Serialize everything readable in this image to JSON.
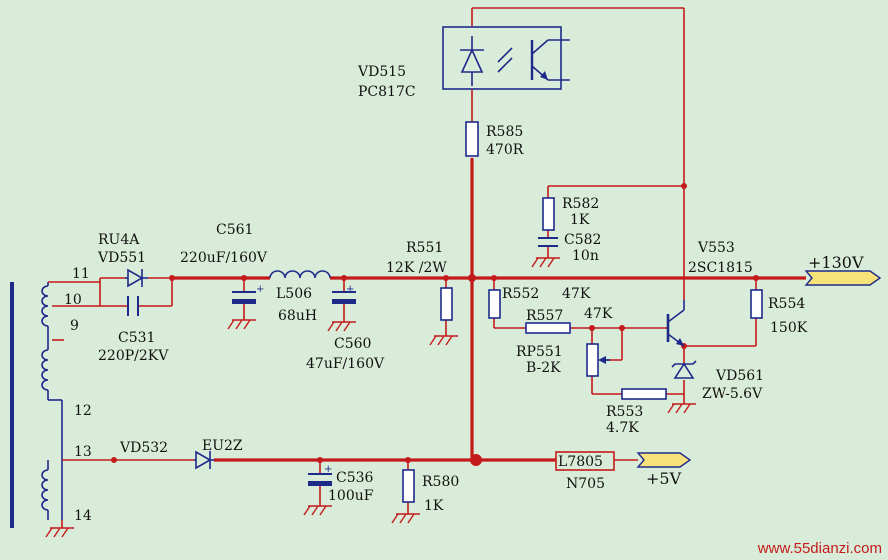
{
  "labels": {
    "vd515": "VD515",
    "pc817c": "PC817C",
    "r585": "R585",
    "r585_val": "470R",
    "r582": "R582",
    "r582_val": "1K",
    "c582": "C582",
    "c582_val": "10n",
    "ru4a": "RU4A",
    "vd551": "VD551",
    "c561": "C561",
    "c561_val": "220uF/160V",
    "r551": "R551",
    "r551_val": "12K /2W",
    "v553": "V553",
    "v553_val": "2SC1815",
    "plus130": "+130V",
    "pin11": "11",
    "pin10": "10",
    "pin9": "9",
    "pin12": "12",
    "pin13": "13",
    "pin14": "14",
    "l506": "L506",
    "l506_val": "68uH",
    "c531": "C531",
    "c531_val": "220P/2KV",
    "c560": "C560",
    "c560_val": "47uF/160V",
    "r552": "R552",
    "r552_val": "47K",
    "r557": "R557",
    "r557_val": "47K",
    "r554": "R554",
    "r554_val": "150K",
    "rp551": "RP551",
    "rp551_val": "B-2K",
    "vd561": "VD561",
    "vd561_val": "ZW-5.6V",
    "r553": "R553",
    "r553_val": "4.7K",
    "vd532": "VD532",
    "eu2z": "EU2Z",
    "c536": "C536",
    "c536_val": "100uF",
    "r580": "R580",
    "r580_val": "1K",
    "l7805": "L7805",
    "n705": "N705",
    "plus5": "+5V",
    "watermark": "www.55dianzi.com"
  },
  "colors": {
    "background": "#d9ecd9",
    "bus": "#c41a1a",
    "component": "#1e2a8a",
    "arrow_fill": "#f7e27a"
  }
}
